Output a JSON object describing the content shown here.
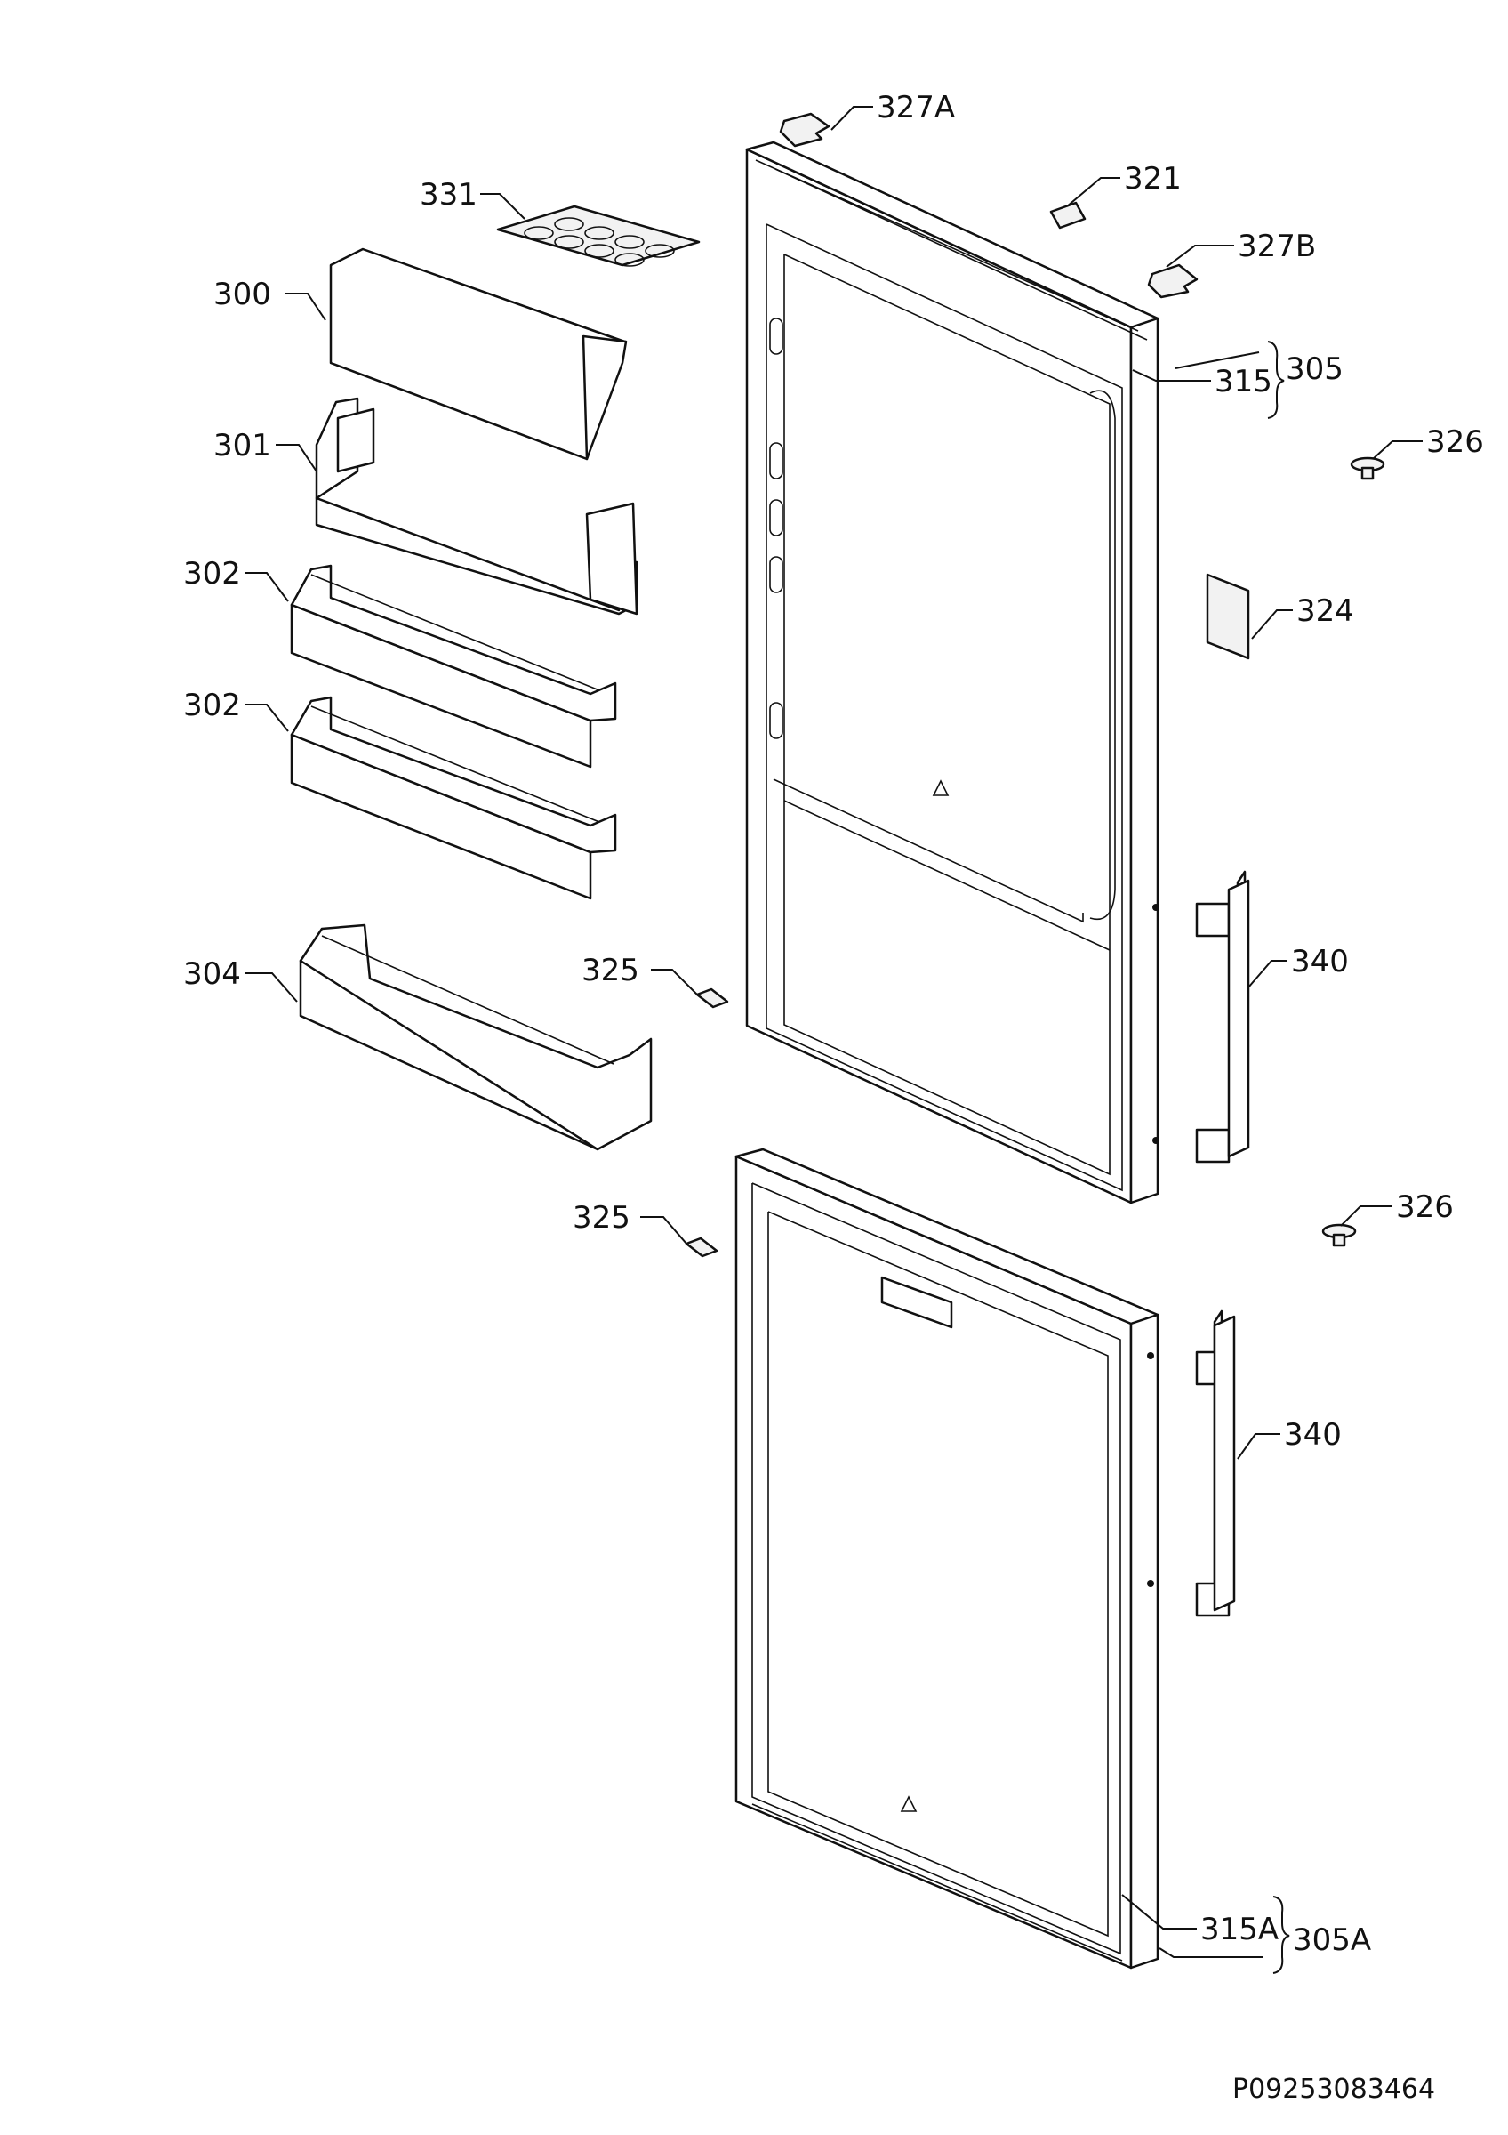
{
  "document_code": "P09253083464",
  "callouts": [
    {
      "id": "327A",
      "label": "327A"
    },
    {
      "id": "321",
      "label": "321"
    },
    {
      "id": "331",
      "label": "331"
    },
    {
      "id": "327B",
      "label": "327B"
    },
    {
      "id": "300",
      "label": "300"
    },
    {
      "id": "315",
      "label": "315"
    },
    {
      "id": "305",
      "label": "305"
    },
    {
      "id": "301",
      "label": "301"
    },
    {
      "id": "326a",
      "label": "326"
    },
    {
      "id": "302a",
      "label": "302"
    },
    {
      "id": "324",
      "label": "324"
    },
    {
      "id": "302b",
      "label": "302"
    },
    {
      "id": "304",
      "label": "304"
    },
    {
      "id": "325a",
      "label": "325"
    },
    {
      "id": "340a",
      "label": "340"
    },
    {
      "id": "325b",
      "label": "325"
    },
    {
      "id": "326b",
      "label": "326"
    },
    {
      "id": "340b",
      "label": "340"
    },
    {
      "id": "315A",
      "label": "315A"
    },
    {
      "id": "305A",
      "label": "305A"
    }
  ]
}
